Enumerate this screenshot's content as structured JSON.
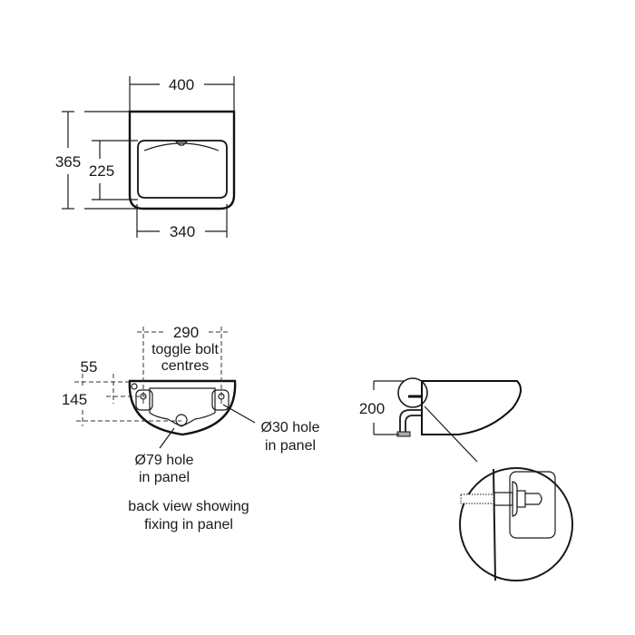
{
  "plan_view": {
    "width_overall": "400",
    "depth_overall": "365",
    "bowl_depth": "225",
    "bowl_width": "340"
  },
  "back_view": {
    "bolt_centres_value": "290",
    "bolt_centres_label_1": "toggle bolt",
    "bolt_centres_label_2": "centres",
    "offset_top": "55",
    "offset_height": "145",
    "hole_30_line1": "Ø30 hole",
    "hole_30_line2": "in panel",
    "hole_79_line1": "Ø79 hole",
    "hole_79_line2": "in panel",
    "caption_line1": "back view showing",
    "caption_line2": "fixing in panel"
  },
  "side_view": {
    "height": "200"
  }
}
